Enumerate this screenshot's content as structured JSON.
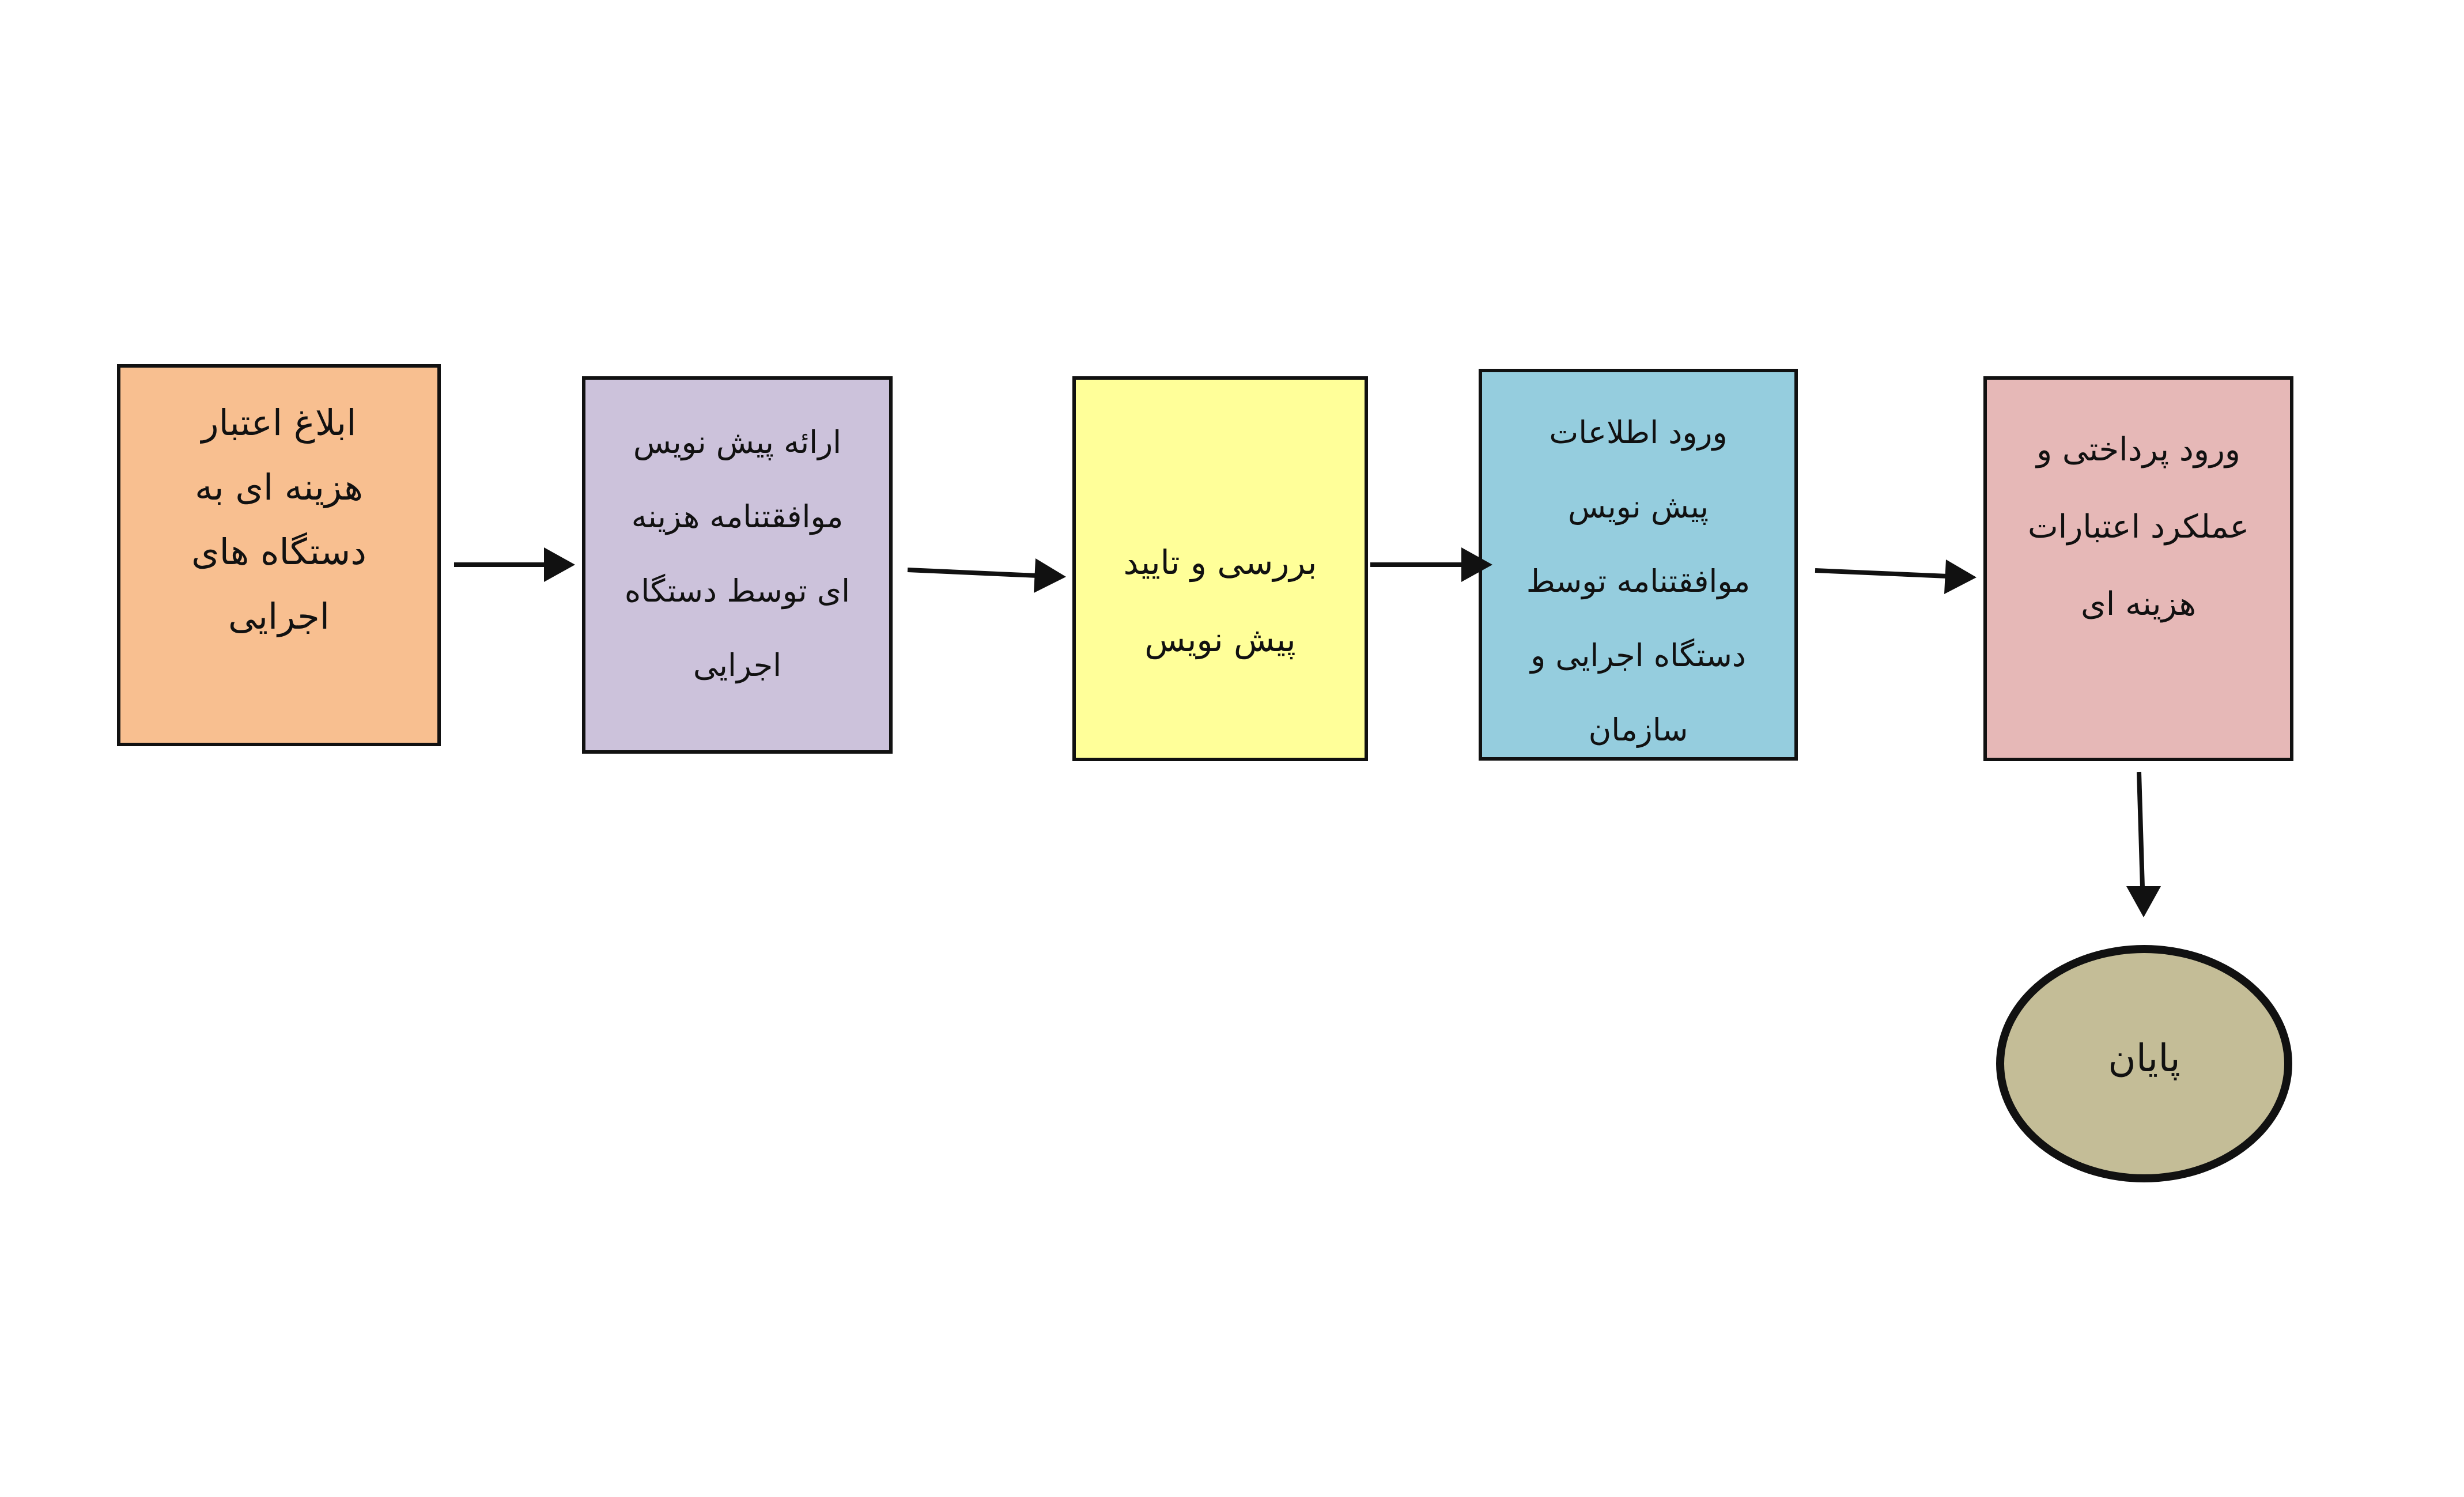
{
  "nodes": [
    {
      "id": "box1",
      "color": "#F8BF90",
      "lines": [
        "ابلاغ اعتبار",
        "هزینه ای به",
        "دستگاه های",
        "اجرایی"
      ]
    },
    {
      "id": "box2",
      "color": "#CCC2DB",
      "lines": [
        "ارائه پیش نویس",
        "موافقتنامه هزینه",
        "ای توسط دستگاه",
        "اجرایی"
      ]
    },
    {
      "id": "box3",
      "color": "#FFFF99",
      "lines": [
        "بررسی و تایید",
        "پیش نویس"
      ]
    },
    {
      "id": "box4",
      "color": "#95CDDE",
      "lines": [
        "ورود اطلاعات",
        "پیش نویس",
        "موافقتنامه توسط",
        "دستگاه اجرایی و",
        "سازمان"
      ]
    },
    {
      "id": "box5",
      "color": "#E6B8B7",
      "lines": [
        "ورود پرداختی و",
        "عملکرد اعتبارات",
        "هزینه ای"
      ]
    }
  ],
  "end_node": {
    "label": "پایان",
    "color": "#C4BD97"
  },
  "edges": [
    {
      "from": "box1",
      "to": "box2"
    },
    {
      "from": "box2",
      "to": "box3"
    },
    {
      "from": "box3",
      "to": "box4"
    },
    {
      "from": "box4",
      "to": "box5"
    },
    {
      "from": "box5",
      "to": "end-node"
    }
  ]
}
